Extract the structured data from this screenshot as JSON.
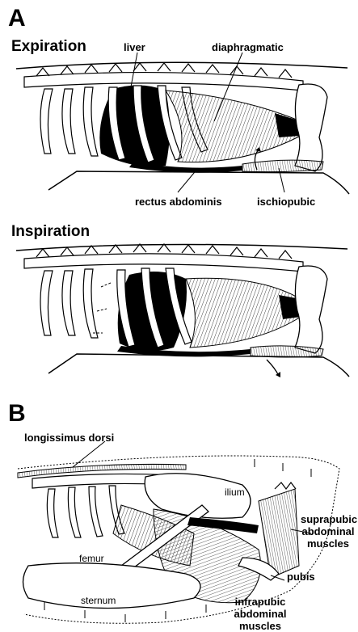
{
  "panel_a": {
    "letter": "A",
    "expiration": {
      "title": "Expiration",
      "labels": {
        "liver": "liver",
        "diaphragmatic": "diaphragmatic",
        "rectus_abdominis": "rectus abdominis",
        "ischiopubic": "ischiopubic"
      }
    },
    "inspiration": {
      "title": "Inspiration"
    }
  },
  "panel_b": {
    "letter": "B",
    "labels": {
      "longissimus_dorsi": "longissimus dorsi",
      "ilium": "ilium",
      "femur": "femur",
      "sternum": "sternum",
      "pubis": "pubis",
      "suprapubic_1": "suprapubic",
      "suprapubic_2": "abdominal",
      "suprapubic_3": "muscles",
      "infrapubic_1": "infrapubic",
      "infrapubic_2": "abdominal",
      "infrapubic_3": "muscles"
    }
  },
  "colors": {
    "ink": "#000000",
    "paper": "#ffffff",
    "hatch": "#555555"
  }
}
